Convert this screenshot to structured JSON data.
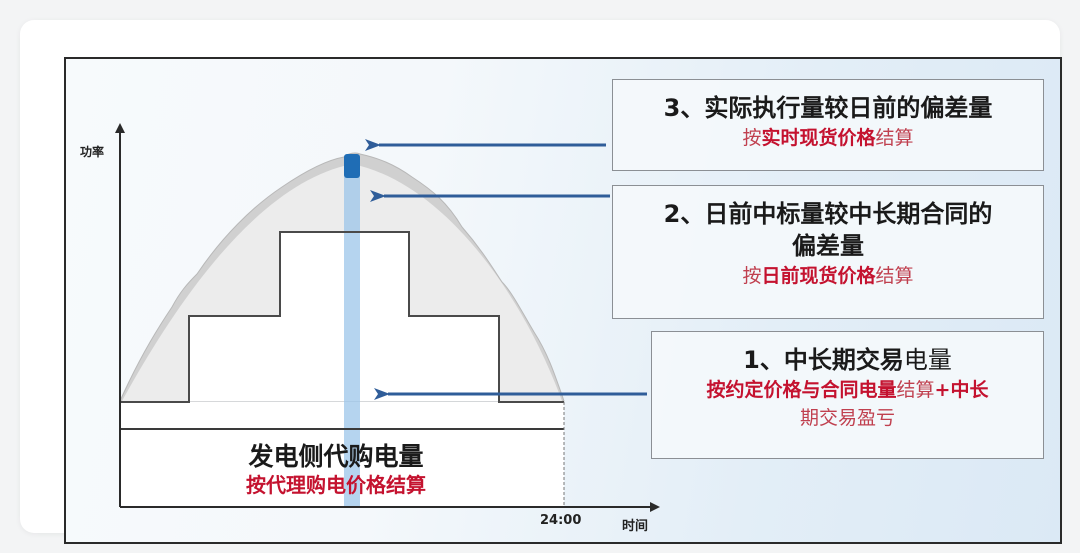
{
  "figure": {
    "y_axis_label": "功率",
    "x_axis_label": "时间",
    "x_tick_label": "24:00"
  },
  "bottom_region": {
    "title": "发电侧代购电量",
    "subtitle": "按代理购电价格结算"
  },
  "boxes": [
    {
      "id": "box-3",
      "title": "3、实际执行量较日前的偏差量",
      "sub_prefix": "按",
      "sub_bold": "实时现货价格",
      "sub_suffix": "结算"
    },
    {
      "id": "box-2",
      "title_line1": "2、日前中标量较中长期合同的",
      "title_line2": "偏差量",
      "sub_prefix": "按",
      "sub_bold": "日前现货价格",
      "sub_suffix": "结算"
    },
    {
      "id": "box-1",
      "title_bold": "1、中长期交易",
      "title_plain": "电量",
      "sub_bold": "按约定价格与合同电量",
      "sub_plain": "结算",
      "sub_bold2": "+中长",
      "sub_line2": "期交易盈亏"
    }
  ],
  "colors": {
    "arrow": "#2f5d99",
    "bar_dark": "#1f6db5",
    "bar_light": "#9cc6ea",
    "curve_fill": "#e3e3e3",
    "curve_band": "#cfcfcf",
    "accent_red": "#c4122f"
  }
}
